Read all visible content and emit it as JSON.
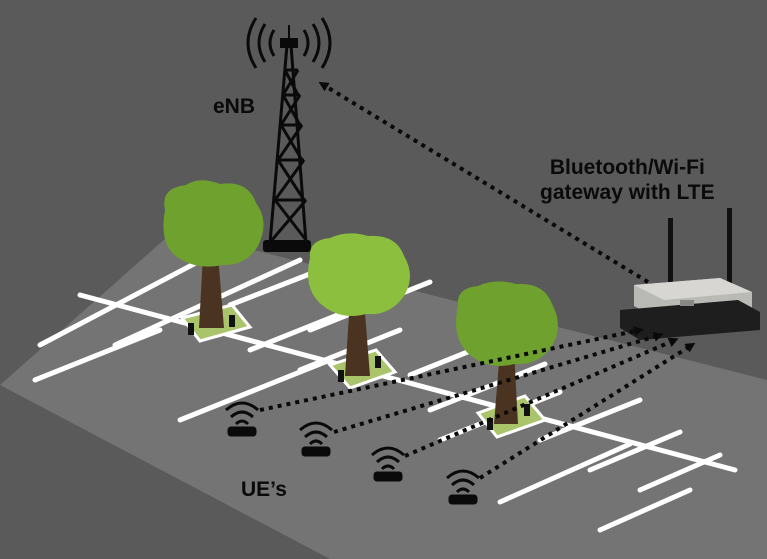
{
  "labels": {
    "enb": "eNB",
    "gateway_line1": "Bluetooth/Wi-Fi",
    "gateway_line2": "gateway with LTE",
    "ues": "UE’s"
  },
  "icons": {
    "tower": "cell-tower-icon",
    "gateway": "router-icon",
    "ue": "wireless-sensor-icon",
    "tree": "tree-icon"
  },
  "colors": {
    "background": "#5a5a5a",
    "lot": "#747474",
    "lane_lines": "#ffffff",
    "grass_patch": "#a9c46a",
    "foliage": "#6ea12e",
    "trunk": "#4a3320",
    "links": "#0a0a0a"
  }
}
